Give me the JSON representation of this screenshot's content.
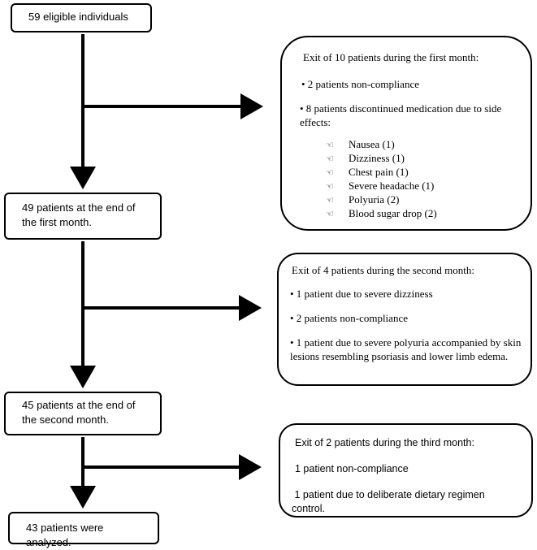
{
  "flow": {
    "start": "59 eligible individuals",
    "after_month1": "49 patients at the end of the first month.",
    "after_month2": "45 patients at the end of the second month.",
    "analyzed": "43 patients were analyzed."
  },
  "exits": {
    "month1": {
      "title": "Exit of 10 patients during the first month:",
      "bullets": [
        "• 2 patients non-compliance",
        "• 8 patients discontinued medication due to side effects:"
      ],
      "side_effects": [
        "Nausea (1)",
        "Dizziness (1)",
        "Chest pain (1)",
        "Severe headache (1)",
        "Polyuria (2)",
        "Blood sugar drop (2)"
      ]
    },
    "month2": {
      "title": "Exit of 4 patients during the second month:",
      "bullets": [
        "• 1 patient due to severe dizziness",
        "• 2 patients non-compliance",
        "• 1 patient due to severe polyuria accompanied by skin lesions resembling psoriasis and lower limb edema."
      ]
    },
    "month3": {
      "title": "Exit of 2 patients during the third month:",
      "bullets": [
        "1 patient non-compliance",
        " 1 patient due to deliberate dietary regimen control."
      ]
    }
  },
  "icons": {
    "side_effect_marker": "pointing-hand-icon"
  }
}
